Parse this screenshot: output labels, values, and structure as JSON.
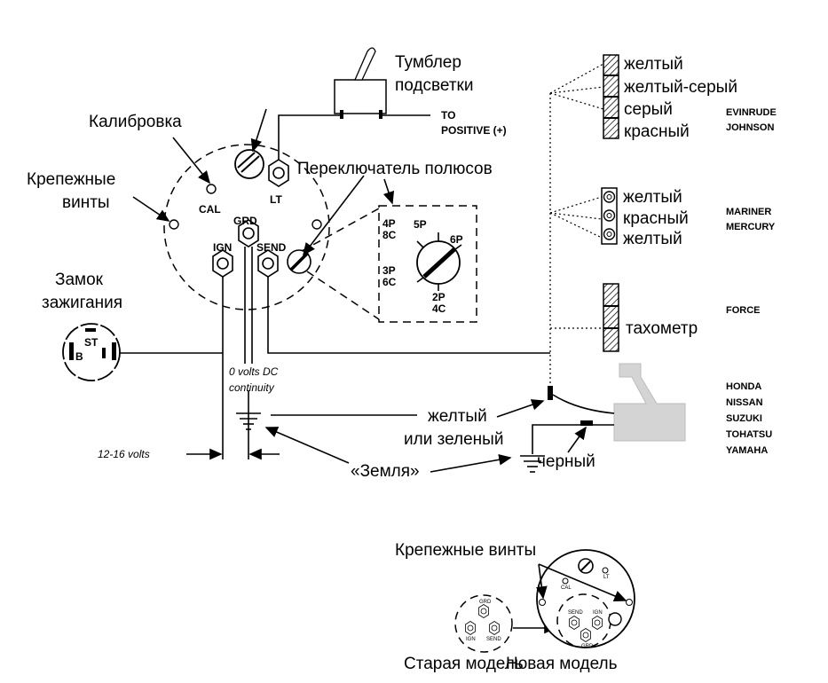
{
  "gauge": {
    "calibration_label": "Калибровка",
    "mount_screws_label_1": "Крепежные",
    "mount_screws_label_2": "винты",
    "cal": "CAL",
    "lt": "LT",
    "grd": "GRD",
    "ign": "IGN",
    "send": "SEND",
    "pole_switch_label": "Переключатель полюсов"
  },
  "toggle": {
    "label_1": "Тумблер",
    "label_2": "подсветки",
    "to": "TO",
    "positive": "POSITIVE (+)"
  },
  "dial": {
    "p4": "4P",
    "c8": "8C",
    "p5": "5P",
    "p6": "6P",
    "p3": "3P",
    "c6": "6C",
    "p2": "2P",
    "c4": "4C"
  },
  "ignition": {
    "label_1": "Замок",
    "label_2": "зажигания",
    "b": "B",
    "st": "ST"
  },
  "wiring": {
    "zero_volts_1": "0 volts DC",
    "zero_volts_2": "continuity",
    "volts": "12-16 volts",
    "ground": "«Земля»",
    "yellow_or_green_1": "желтый",
    "yellow_or_green_2": "или зеленый",
    "black": "черный"
  },
  "engines": {
    "evinrude": {
      "wires": [
        "желтый",
        "желтый-серый",
        "серый",
        "красный"
      ],
      "brands": [
        "EVINRUDE",
        "JOHNSON"
      ]
    },
    "mariner": {
      "wires": [
        "желтый",
        "красный",
        "желтый"
      ],
      "brands": [
        "MARINER",
        "MERCURY"
      ]
    },
    "force": {
      "wire": "тахометр",
      "brands": [
        "FORCE"
      ]
    },
    "japanese": {
      "brands": [
        "HONDA",
        "NISSAN",
        "SUZUKI",
        "TOHATSU",
        "YAMAHA"
      ]
    }
  },
  "models": {
    "mount_screws": "Крепежные винты",
    "old": "Старая модель",
    "new": "Новая модель",
    "old_grd": "GRD",
    "old_ign": "IGN",
    "old_send": "SEND",
    "new_send": "SEND",
    "new_ign": "IGN",
    "new_grd": "GRD",
    "new_cal": "CAL",
    "new_lt": "LT"
  }
}
